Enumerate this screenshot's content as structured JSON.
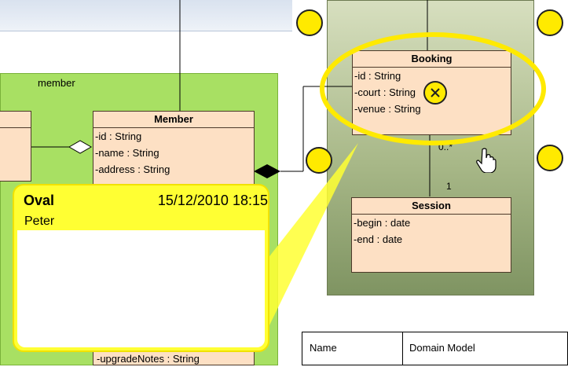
{
  "colors": {
    "highlight": "#ffea00",
    "class_fill": "#fde0c4",
    "package_fill": "#a8e063"
  },
  "member_package": {
    "label": "member",
    "member_class": {
      "name": "Member",
      "attributes": [
        "-id : String",
        "-name : String",
        "-address : String"
      ],
      "bottom_attribute": "-upgradeNotes : String"
    }
  },
  "booking_class": {
    "name": "Booking",
    "attributes": [
      "-id : String",
      "-court : String",
      "-venue : String"
    ]
  },
  "session_class": {
    "name": "Session",
    "attributes": [
      "-begin : date",
      "-end : date"
    ]
  },
  "association": {
    "multiplicity_booking_end": "0..*",
    "multiplicity_session_end": "1"
  },
  "comment_note": {
    "shape": "Oval",
    "date": "15/12/2010 18:15",
    "author": "Peter",
    "body": ""
  },
  "info_table": {
    "name_label": "Name",
    "name_value": "Domain Model"
  },
  "icons": {
    "delete": "close-circle-icon",
    "cursor": "hand-pointer-icon"
  }
}
